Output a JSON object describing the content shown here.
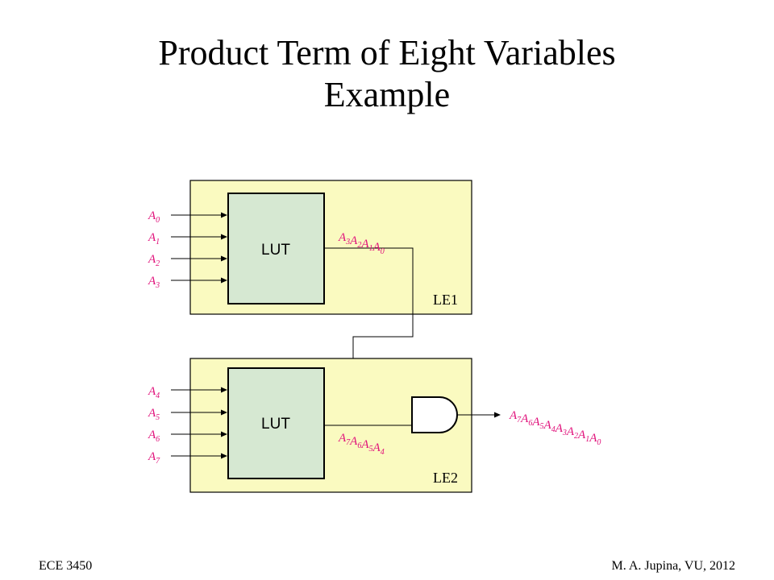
{
  "title": {
    "line1": "Product Term of Eight Variables",
    "line2": "Example"
  },
  "footer": {
    "left": "ECE 3450",
    "right": "M. A. Jupina, VU, 2012"
  },
  "colors": {
    "element_fill": "#fafac0",
    "lut_fill": "#d6e8d2",
    "signal_text": "#e0107a"
  },
  "diagram": {
    "le1": {
      "label": "LE1",
      "lut_label": "LUT",
      "inputs": [
        {
          "var": "A",
          "sub": "0"
        },
        {
          "var": "A",
          "sub": "1"
        },
        {
          "var": "A",
          "sub": "2"
        },
        {
          "var": "A",
          "sub": "3"
        }
      ],
      "output_terms": [
        {
          "var": "A",
          "sub": "3"
        },
        {
          "var": "A",
          "sub": "2"
        },
        {
          "var": "A",
          "sub": "1"
        },
        {
          "var": "A",
          "sub": "0"
        }
      ]
    },
    "le2": {
      "label": "LE2",
      "lut_label": "LUT",
      "inputs": [
        {
          "var": "A",
          "sub": "4"
        },
        {
          "var": "A",
          "sub": "5"
        },
        {
          "var": "A",
          "sub": "6"
        },
        {
          "var": "A",
          "sub": "7"
        }
      ],
      "output_terms": [
        {
          "var": "A",
          "sub": "7"
        },
        {
          "var": "A",
          "sub": "6"
        },
        {
          "var": "A",
          "sub": "5"
        },
        {
          "var": "A",
          "sub": "4"
        }
      ]
    },
    "final_output_terms": [
      {
        "var": "A",
        "sub": "7"
      },
      {
        "var": "A",
        "sub": "6"
      },
      {
        "var": "A",
        "sub": "5"
      },
      {
        "var": "A",
        "sub": "4"
      },
      {
        "var": "A",
        "sub": "3"
      },
      {
        "var": "A",
        "sub": "2"
      },
      {
        "var": "A",
        "sub": "1"
      },
      {
        "var": "A",
        "sub": "0"
      }
    ]
  }
}
